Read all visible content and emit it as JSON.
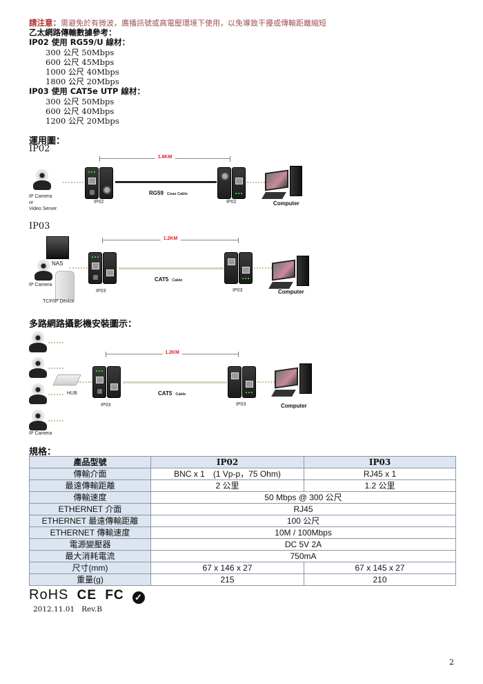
{
  "notice": {
    "label": "請注意：",
    "text": "需避免於有微波，廣播訊號或高電壓環境下使用，以免導致干擾或傳輸距離縮短"
  },
  "reference": {
    "title": "乙太網路傳輸數據參考：",
    "ip02": {
      "heading": "IP02 使用 RG59/U 線材：",
      "rows": [
        "300 公尺  50Mbps",
        "600 公尺 45Mbps",
        "1000 公尺 40Mbps",
        "1800 公尺 20Mbps"
      ]
    },
    "ip03": {
      "heading": "IP03 使用 CAT5e UTP 線材：",
      "rows": [
        "300 公尺 50Mbps",
        "600 公尺 40Mbps",
        "1200 公尺 20Mbps"
      ]
    }
  },
  "application": {
    "title": "運用圖：",
    "ip02": {
      "heading": "IP02",
      "distance": "1.8KM",
      "cable_main": "RG59",
      "cable_sub": "Coax Cable",
      "source": [
        "IP Camera",
        "or",
        "Video Server"
      ],
      "device_left": "IP02",
      "device_right": "IP02",
      "dest": "Computer"
    },
    "ip03": {
      "heading": "IP03",
      "distance": "1.2KM",
      "cable_main": "CAT5",
      "cable_sub": "Cable",
      "nas": "NAS",
      "camera": "IP Camera",
      "tcp": "TCP/IP Device",
      "device_left": "IP03",
      "device_right": "IP03",
      "dest": "Computer"
    }
  },
  "multi": {
    "title": "多路網路攝影機安裝圖示：",
    "distance": "1.2KM",
    "cable_main": "CAT5",
    "cable_sub": "Cable",
    "hub": "HUB",
    "camera": "IP Camera",
    "device_left": "IP03",
    "device_right": "IP03",
    "dest": "Computer"
  },
  "spec": {
    "title": "規格：",
    "headers": [
      "產品型號",
      "IP02",
      "IP03"
    ],
    "rows": [
      [
        "傳輸介面",
        "BNC x 1　(1 Vp-p，75 Ohm)",
        "RJ45 x 1"
      ],
      [
        "最遠傳輸距離",
        "2 公里",
        "1.2 公里"
      ],
      [
        "傳輸速度",
        "50 Mbps @ 300 公尺"
      ],
      [
        "ETHERNET 介面",
        "RJ45"
      ],
      [
        "ETHERNET 最遠傳輸距離",
        "100 公尺"
      ],
      [
        "ETHERNET 傳輸速度",
        "10M / 100Mbps"
      ],
      [
        "電源變壓器",
        "DC 5V 2A"
      ],
      [
        "最大消耗電流",
        "750mA"
      ],
      [
        "尺寸(mm)",
        "67 x 146 x 27",
        "67 x 145 x 27"
      ],
      [
        "重量(g)",
        "215",
        "210"
      ]
    ]
  },
  "footer": {
    "logos": [
      "RoHS",
      "CE",
      "FC",
      "C-tick"
    ],
    "date": "2012.11.01",
    "rev": "Rev.B",
    "page": "2"
  }
}
